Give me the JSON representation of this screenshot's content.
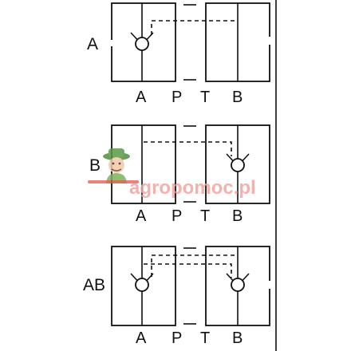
{
  "colors": {
    "line": "#111111",
    "watermark_red": "#e2463a",
    "watermark_green": "#79b45b",
    "watermark_text": "#f0a5a0"
  },
  "symbols": [
    {
      "label": "A",
      "ports": [
        "A",
        "P",
        "T",
        "B"
      ],
      "check_valves": [
        "A"
      ]
    },
    {
      "label": "B",
      "ports": [
        "A",
        "P",
        "T",
        "B"
      ],
      "check_valves": [
        "B"
      ]
    },
    {
      "label": "AB",
      "ports": [
        "A",
        "P",
        "T",
        "B"
      ],
      "check_valves": [
        "A",
        "B"
      ]
    }
  ],
  "watermark": {
    "text": "agropomoc.pl",
    "logo_icon": "farmer-mascot-icon"
  }
}
